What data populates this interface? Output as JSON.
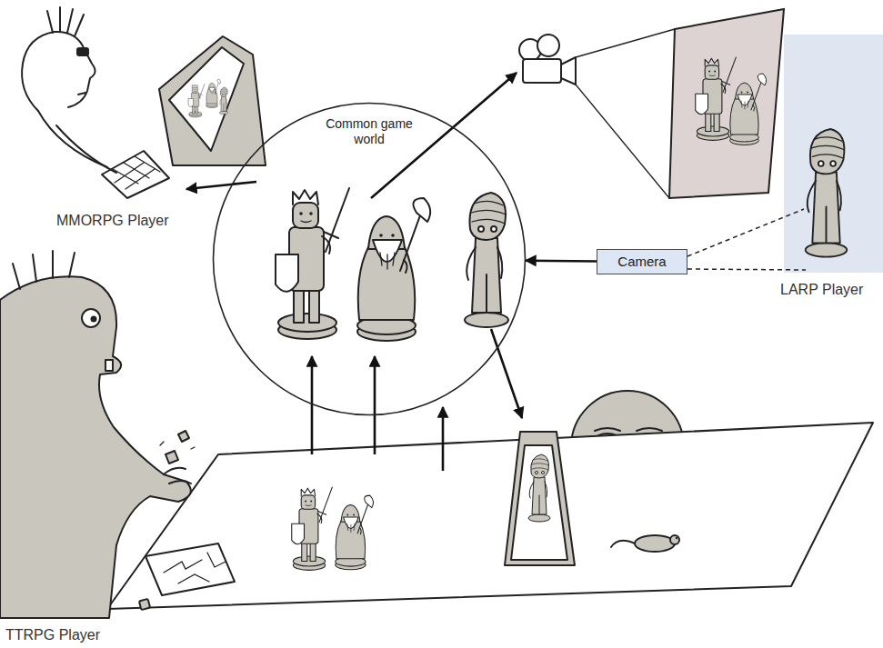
{
  "diagram": {
    "nodes": [
      {
        "text": [
          "Common game world"
        ]
      },
      {
        "text": [
          "Camera"
        ]
      }
    ],
    "edges": [
      {
        "from": 1,
        "to": 0,
        "arrow": "to"
      }
    ],
    "labels": [
      "MMORPG Player",
      "LARP Player",
      "TTRPG Player"
    ]
  }
}
